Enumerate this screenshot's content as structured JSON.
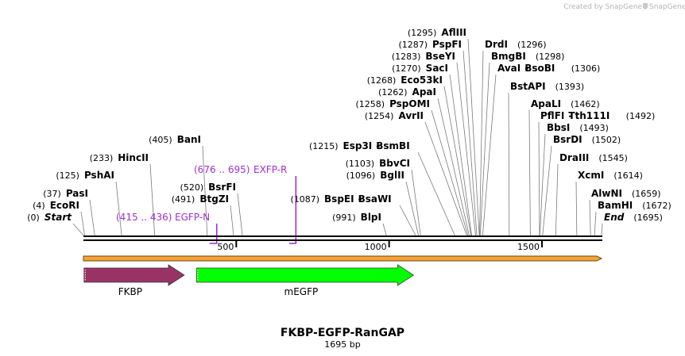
{
  "credit": "Created by SnapGene",
  "title": "FKBP-EGFP-RanGAP",
  "subtitle": "1695 bp",
  "sequence_length": 1695,
  "ticks": [
    500,
    1000,
    1500
  ],
  "sites": [
    {
      "pos": 0,
      "name": "Start",
      "pos_label": "(0)",
      "italic": true,
      "pos_side": "left"
    },
    {
      "pos": 4,
      "name": "EcoRI",
      "pos_label": "(4)",
      "pos_side": "left"
    },
    {
      "pos": 37,
      "name": "PasI",
      "pos_label": "(37)",
      "pos_side": "left"
    },
    {
      "pos": 125,
      "name": "PshAI",
      "pos_label": "(125)",
      "pos_side": "left"
    },
    {
      "pos": 233,
      "name": "HincII",
      "pos_label": "(233)",
      "pos_side": "left"
    },
    {
      "pos": 405,
      "name": "BanI",
      "pos_label": "(405)",
      "pos_side": "left"
    },
    {
      "pos": 491,
      "name": "BtgZI",
      "pos_label": "(491)",
      "pos_side": "left"
    },
    {
      "pos": 520,
      "name": "BsrFI",
      "pos_label": "(520)",
      "pos_side": "left"
    },
    {
      "pos": 991,
      "name": "BlpI",
      "pos_label": "(991)",
      "pos_side": "left"
    },
    {
      "pos": 1087,
      "name": "BspEI",
      "name2": "BsaWI",
      "pos_label": "(1087)",
      "pos_side": "left"
    },
    {
      "pos": 1096,
      "name": "BglII",
      "pos_label": "(1096)",
      "pos_side": "left"
    },
    {
      "pos": 1103,
      "name": "BbvCI",
      "pos_label": "(1103)",
      "pos_side": "left"
    },
    {
      "pos": 1215,
      "name": "Esp3I",
      "name2": "BsmBI",
      "pos_label": "(1215)",
      "pos_side": "left"
    },
    {
      "pos": 1254,
      "name": "AvrII",
      "pos_label": "(1254)",
      "pos_side": "left"
    },
    {
      "pos": 1258,
      "name": "PspOMI",
      "pos_label": "(1258)",
      "pos_side": "left"
    },
    {
      "pos": 1262,
      "name": "ApaI",
      "pos_label": "(1262)",
      "pos_side": "left"
    },
    {
      "pos": 1268,
      "name": "Eco53kI",
      "pos_label": "(1268)",
      "pos_side": "left"
    },
    {
      "pos": 1270,
      "name": "SacI",
      "pos_label": "(1270)",
      "pos_side": "left"
    },
    {
      "pos": 1283,
      "name": "BseYI",
      "pos_label": "(1283)",
      "pos_side": "left"
    },
    {
      "pos": 1287,
      "name": "PspFI",
      "pos_label": "(1287)",
      "pos_side": "left"
    },
    {
      "pos": 1295,
      "name": "AflIII",
      "pos_label": "(1295)",
      "pos_side": "left"
    },
    {
      "pos": 1296,
      "name": "DrdI",
      "pos_label": "(1296)",
      "pos_side": "right"
    },
    {
      "pos": 1298,
      "name": "BmgBI",
      "pos_label": "(1298)",
      "pos_side": "right"
    },
    {
      "pos": 1306,
      "name": "AvaI",
      "name2": "BsoBI",
      "pos_label": "(1306)",
      "pos_side": "right"
    },
    {
      "pos": 1393,
      "name": "BstAPI",
      "pos_label": "(1393)",
      "pos_side": "right"
    },
    {
      "pos": 1462,
      "name": "ApaLI",
      "pos_label": "(1462)",
      "pos_side": "right"
    },
    {
      "pos": 1492,
      "name": "PflFI",
      "name2": "Tth111I",
      "pos_label": "(1492)",
      "pos_side": "right"
    },
    {
      "pos": 1493,
      "name": "BbsI",
      "pos_label": "(1493)",
      "pos_side": "right"
    },
    {
      "pos": 1502,
      "name": "BsrDI",
      "pos_label": "(1502)",
      "pos_side": "right"
    },
    {
      "pos": 1545,
      "name": "DraIII",
      "pos_label": "(1545)",
      "pos_side": "right"
    },
    {
      "pos": 1614,
      "name": "XcmI",
      "pos_label": "(1614)",
      "pos_side": "right"
    },
    {
      "pos": 1659,
      "name": "AlwNI",
      "pos_label": "(1659)",
      "pos_side": "right"
    },
    {
      "pos": 1672,
      "name": "BamHI",
      "pos_label": "(1672)",
      "pos_side": "right"
    },
    {
      "pos": 1695,
      "name": "End",
      "pos_label": "(1695)",
      "italic": true,
      "pos_side": "right"
    }
  ],
  "primers": [
    {
      "name": "EGFP-N",
      "range_label": "(415 .. 436)",
      "start": 415,
      "end": 436,
      "direction": "forward"
    },
    {
      "name": "EXFP-R",
      "range_label": "(676 .. 695)",
      "start": 676,
      "end": 695,
      "direction": "reverse"
    }
  ],
  "full_feature": {
    "start": 0,
    "end": 1695,
    "color": "#f7a234"
  },
  "features": [
    {
      "name": "FKBP",
      "start": 2,
      "end": 330,
      "color": "#993366",
      "direction": "forward"
    },
    {
      "name": "mEGFP",
      "start": 370,
      "end": 1080,
      "color": "#00ff00",
      "direction": "forward"
    }
  ]
}
